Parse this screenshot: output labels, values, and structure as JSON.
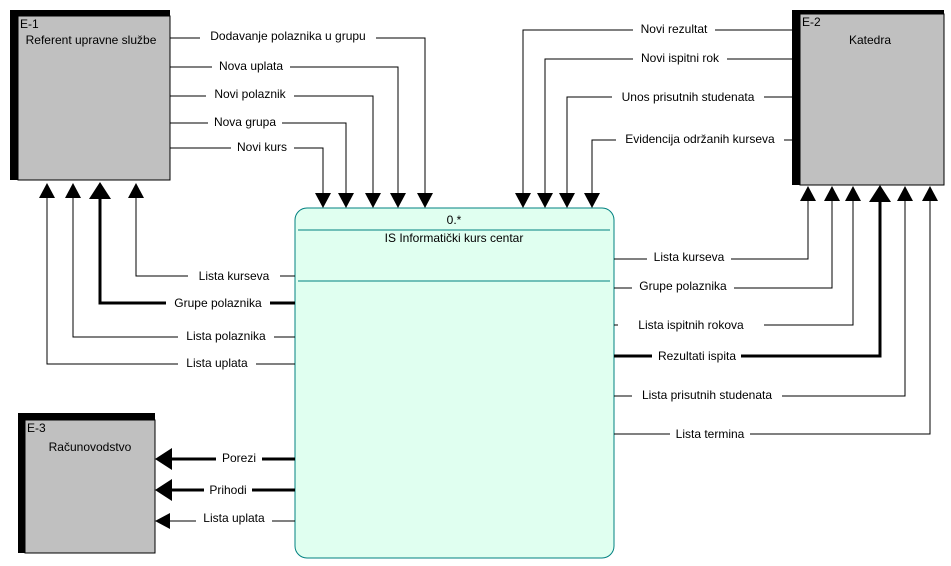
{
  "process": {
    "number": "0.*",
    "name": "IS Informatički kurs centar"
  },
  "entities": {
    "e1": {
      "id": "E-1",
      "name": "Referent upravne službe"
    },
    "e2": {
      "id": "E-2",
      "name": "Katedra"
    },
    "e3": {
      "id": "E-3",
      "name": "Računovodstvo"
    }
  },
  "flows": {
    "e1_in": [
      "Dodavanje polaznika u grupu",
      "Nova uplata",
      "Novi polaznik",
      "Nova grupa",
      "Novi kurs"
    ],
    "e1_out": [
      "Lista kurseva",
      "Grupe polaznika",
      "Lista polaznika",
      "Lista uplata"
    ],
    "e2_in": [
      "Novi rezultat",
      "Novi ispitni rok",
      "Unos prisutnih studenata",
      "Evidencija održanih kurseva"
    ],
    "e2_out": [
      "Lista kurseva",
      "Grupe polaznika",
      "Lista ispitnih rokova",
      "Rezultati ispita",
      "Lista prisutnih studenata",
      "Lista termina"
    ],
    "e3_out": [
      "Porezi",
      "Prihodi",
      "Lista uplata"
    ]
  },
  "colors": {
    "entity_fill": "#c0c0c0",
    "entity_shadow": "#000000",
    "process_fill": "#e0fff0",
    "process_border": "#008080"
  }
}
